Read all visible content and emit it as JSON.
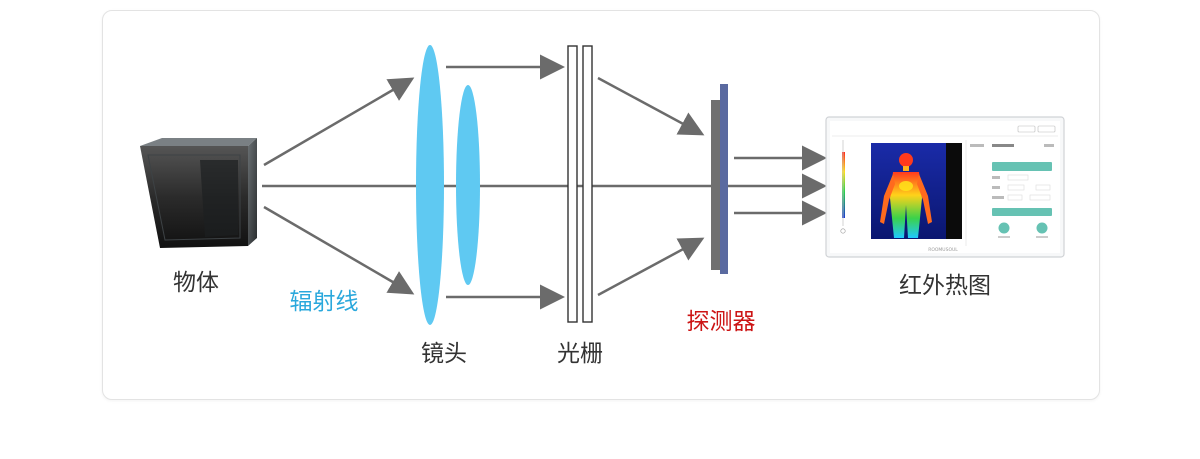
{
  "labels": {
    "object": "物体",
    "radiation": "辐射线",
    "lens": "镜头",
    "grating": "光栅",
    "detector": "探测器",
    "thermal_image": "红外热图"
  },
  "monitor": {
    "brand": "ROOMUSOUL",
    "top_buttons": [
      "",
      ""
    ]
  },
  "colors": {
    "arrow": "#6b6b6b",
    "lens": "#5fc9f2",
    "detector": "#5a6aa0",
    "radiation_text": "#2aa8dc",
    "detector_text": "#cc1414",
    "accent_teal": "#66c2b3"
  }
}
